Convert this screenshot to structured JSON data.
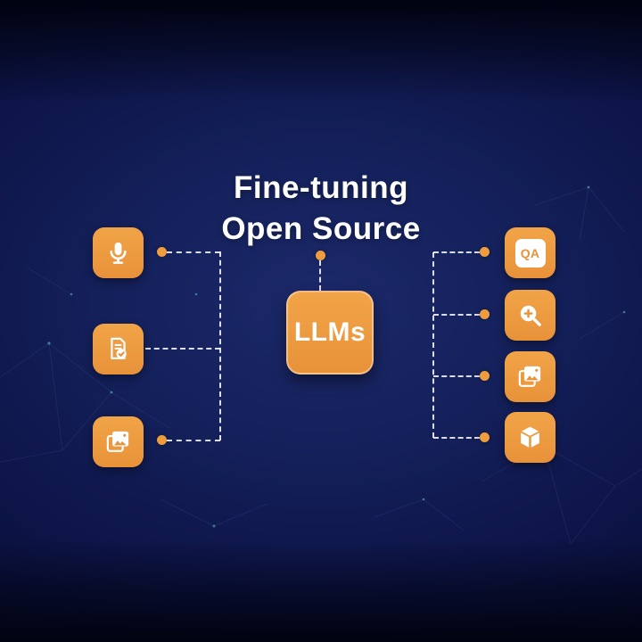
{
  "title": {
    "line1": "Fine-tuning",
    "line2": "Open Source"
  },
  "center": {
    "label": "LLMs"
  },
  "left_items": [
    {
      "name": "audio-input",
      "icon": "microphone-icon"
    },
    {
      "name": "document-input",
      "icon": "document-check-icon"
    },
    {
      "name": "image-input",
      "icon": "photo-icon"
    }
  ],
  "right_items": [
    {
      "name": "question-answering-output",
      "icon": "qa-icon",
      "label": "QA"
    },
    {
      "name": "search-output",
      "icon": "zoom-in-icon"
    },
    {
      "name": "image-output",
      "icon": "photos-icon"
    },
    {
      "name": "object-3d-output",
      "icon": "cube-icon"
    }
  ],
  "colors": {
    "accent_orange": "#EE9C3E",
    "background_navy": "#0D1447",
    "connector_white": "#FFFFFF"
  }
}
